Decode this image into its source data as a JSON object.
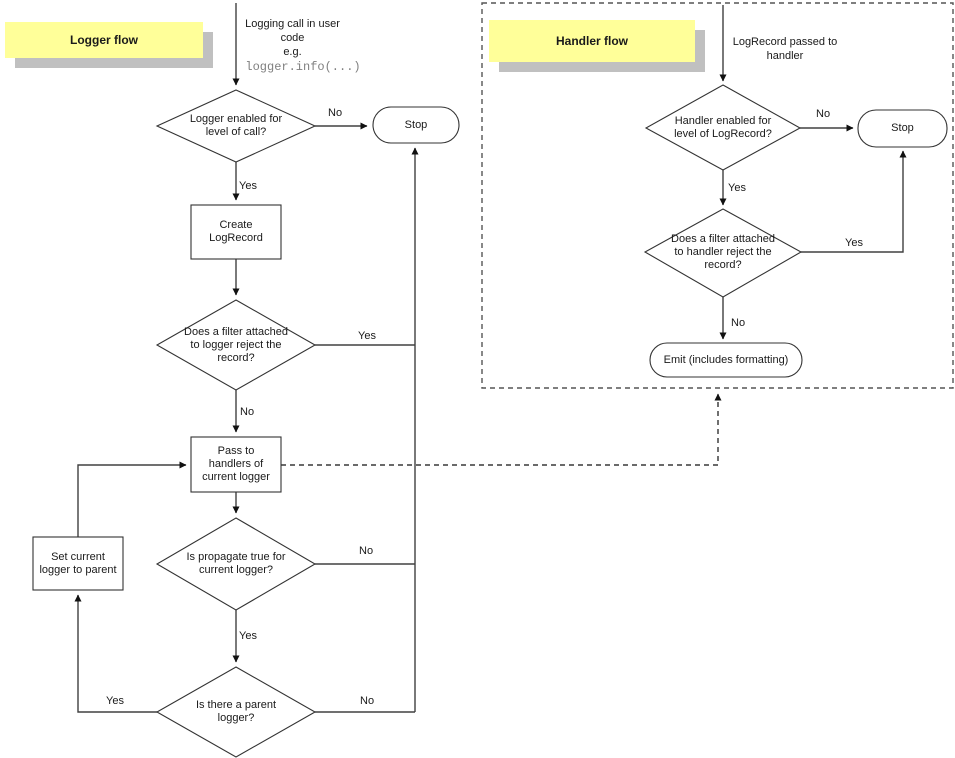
{
  "diagram": {
    "colors": {
      "note_fill": "#ffff99",
      "note_shadow": "#c0c0c0",
      "line": "#404040",
      "code_text": "#808080"
    },
    "logger_flow": {
      "title": "Logger flow",
      "entry": {
        "caption": "Logging call in user\ncode\ne.g.",
        "code": "logger.info(...)"
      },
      "nodes": {
        "level_check": "Logger enabled for\nlevel of call?",
        "stop": "Stop",
        "create_record": "Create\nLogRecord",
        "filter_check": "Does a filter attached\nto logger reject the\nrecord?",
        "pass_handlers": "Pass to\nhandlers of\ncurrent logger",
        "propagate_check": "Is propagate true for\ncurrent logger?",
        "parent_check": "Is there a parent\nlogger?",
        "set_parent": "Set current\nlogger to parent"
      },
      "edge_labels": {
        "level_no": "No",
        "level_yes": "Yes",
        "filter_yes": "Yes",
        "filter_no": "No",
        "propagate_no": "No",
        "propagate_yes": "Yes",
        "parent_yes": "Yes",
        "parent_no": "No"
      }
    },
    "handler_flow": {
      "title": "Handler flow",
      "entry": {
        "caption": "LogRecord passed to\nhandler"
      },
      "nodes": {
        "level_check": "Handler enabled for\nlevel of LogRecord?",
        "stop": "Stop",
        "filter_check": "Does a filter attached\nto handler reject the\nrecord?",
        "emit": "Emit (includes formatting)"
      },
      "edge_labels": {
        "level_no": "No",
        "level_yes": "Yes",
        "filter_yes": "Yes",
        "filter_no": "No"
      }
    }
  }
}
